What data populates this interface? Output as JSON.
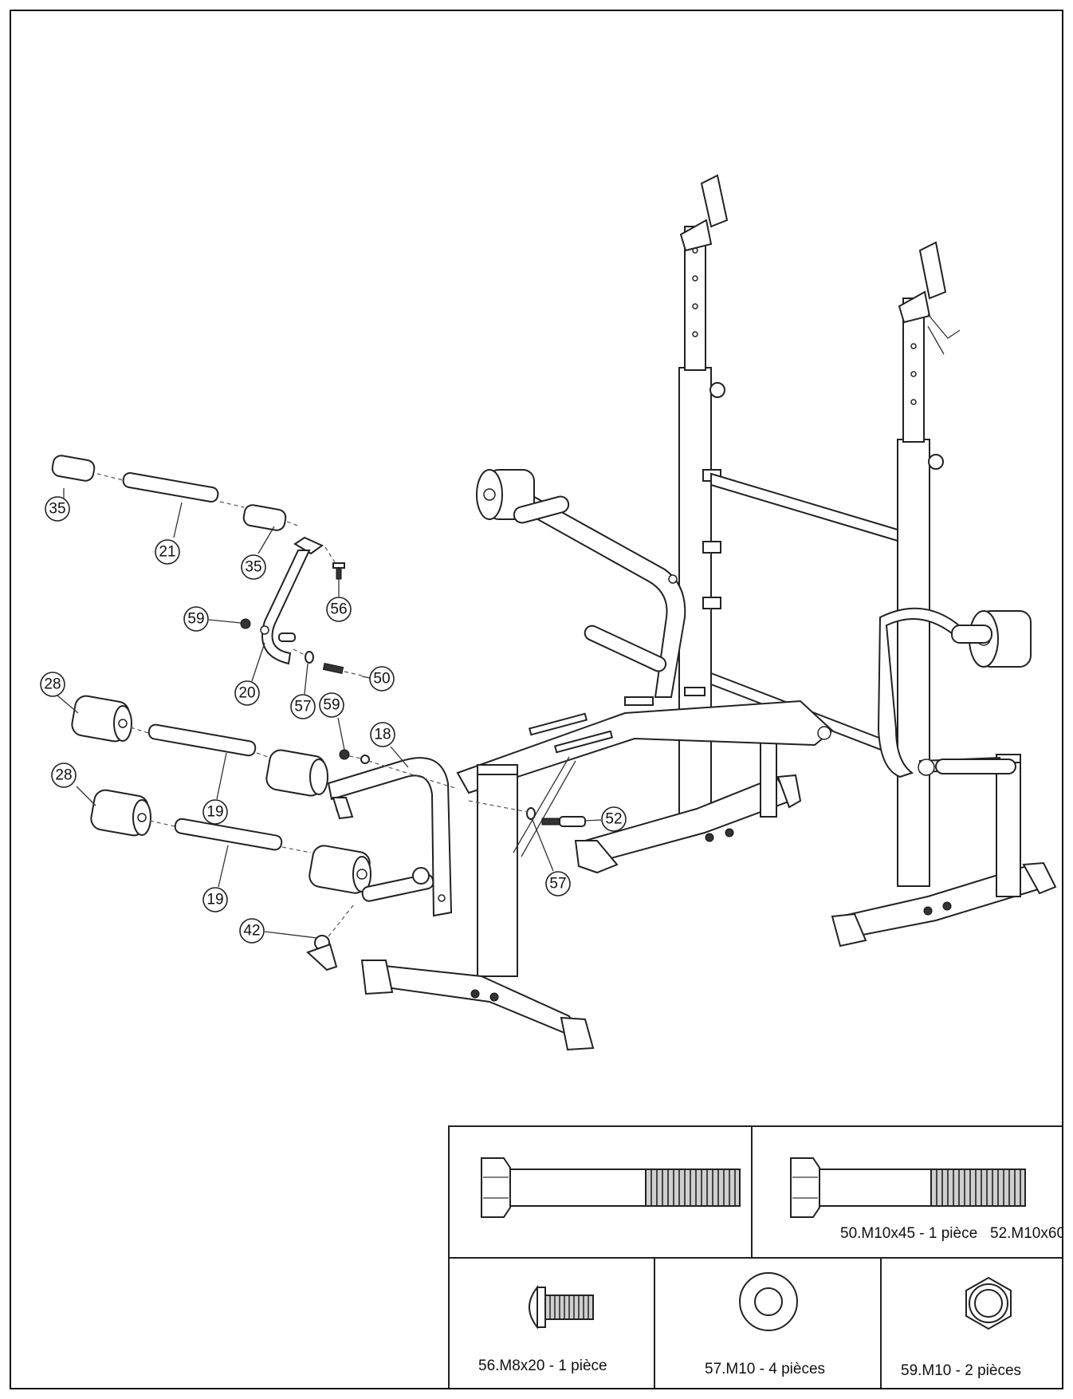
{
  "callouts": {
    "c35a": "35",
    "c21": "21",
    "c35b": "35",
    "c56": "56",
    "c59a": "59",
    "c20": "20",
    "c50": "50",
    "c28a": "28",
    "c57a": "57",
    "c59b": "59",
    "c18": "18",
    "c19a": "19",
    "c28b": "28",
    "c52": "52",
    "c19b": "19",
    "c57b": "57",
    "c42": "42"
  },
  "hardware": {
    "bolt_50": "50.M10x45 - 1 pièce",
    "bolt_52": "52.M10x60",
    "bolt_56": "56.M8x20 - 1 pièce",
    "washer_57": "57.M10 - 4 pièces",
    "nut_59": "59.M10 - 2 pièces"
  },
  "colors": {
    "line": "#222222",
    "background": "#ffffff"
  }
}
